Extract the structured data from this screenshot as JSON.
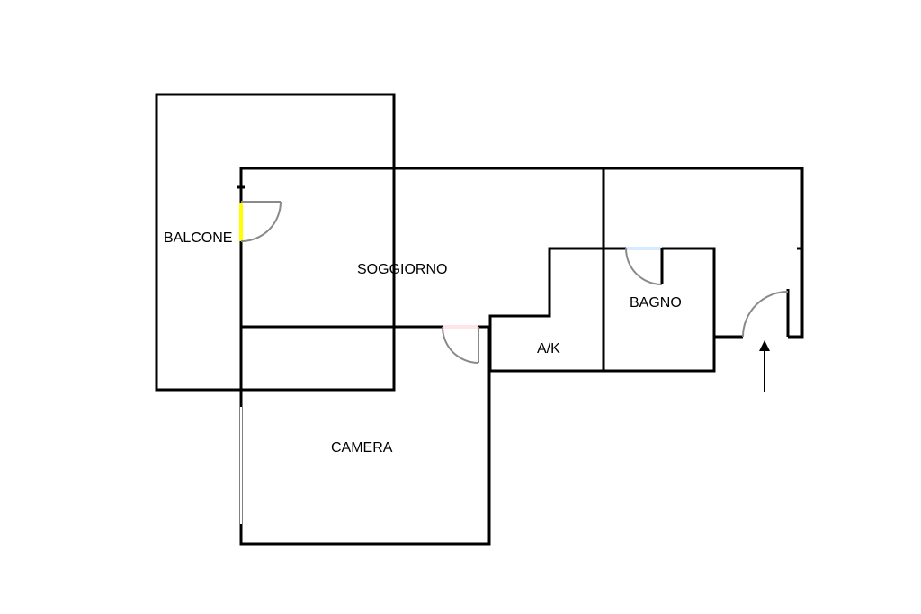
{
  "plan": {
    "colors": {
      "balcone": "#b37700",
      "soggiorno": "#ffff00",
      "camera": "#ffd6de",
      "ak": "#ffcc00",
      "bagno": "#d6ebff",
      "ingresso": "#dcdcdc",
      "wall": "#000000",
      "door": "#8a8a8a"
    },
    "rooms": {
      "balcone": {
        "label": "BALCONE"
      },
      "soggiorno": {
        "label": "SOGGIORNO"
      },
      "camera": {
        "label": "CAMERA"
      },
      "ak": {
        "label": "A/K"
      },
      "bagno": {
        "label": "BAGNO"
      }
    },
    "entrance": {
      "icon": "entrance-arrow-icon"
    }
  }
}
